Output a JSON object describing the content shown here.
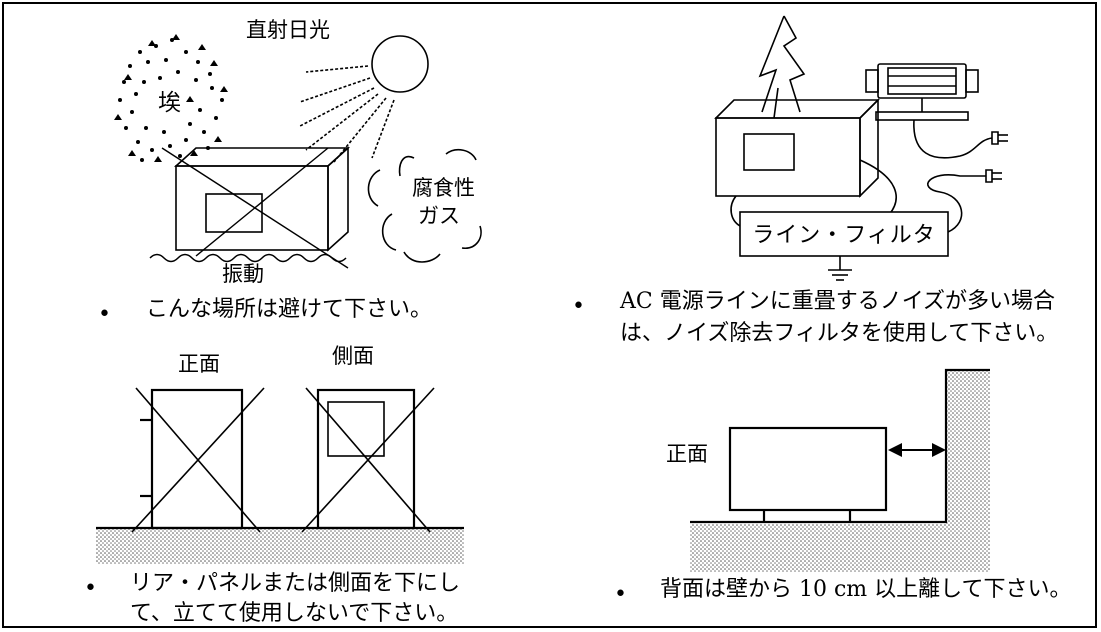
{
  "panel_top_left": {
    "labels": {
      "sunlight": "直射日光",
      "dust": "埃",
      "gas_line1": "腐食性",
      "gas_line2": "ガス",
      "vibration": "振動"
    },
    "bullet": "•",
    "caption": "こんな場所は避けて下さい。"
  },
  "panel_top_right": {
    "filter_label": "ライン・フィルタ",
    "bullet": "•",
    "caption_line1": "AC 電源ラインに重畳するノイズが多い場合",
    "caption_line2": "は、ノイズ除去フィルタを使用して下さい。"
  },
  "panel_bottom_left": {
    "front_label": "正面",
    "side_label": "側面",
    "bullet": "•",
    "caption_line1": "リア・パネルまたは側面を下にし",
    "caption_line2": "て、立てて使用しないで下さい。"
  },
  "panel_bottom_right": {
    "front_label": "正面",
    "bullet": "•",
    "caption": "背面は壁から 10 cm 以上離して下さい。"
  }
}
